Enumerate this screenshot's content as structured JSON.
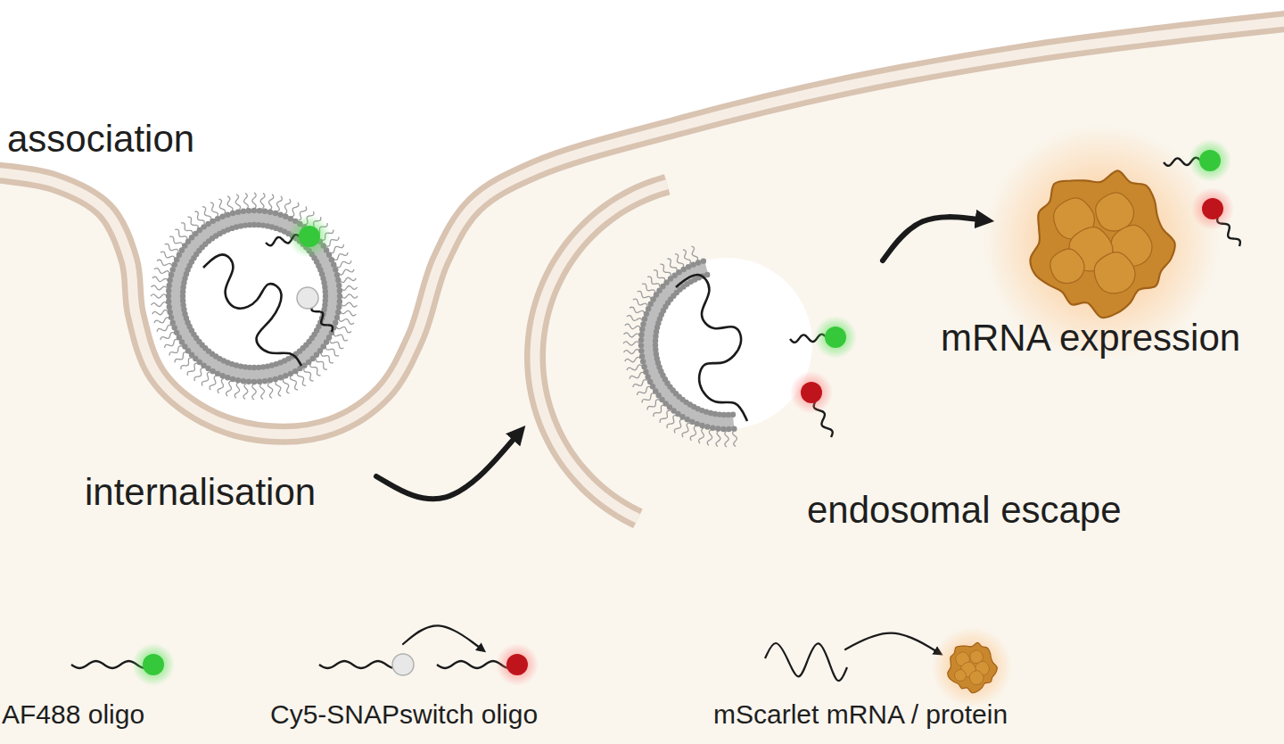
{
  "diagram": {
    "labels": [
      "association",
      "internalisation",
      "endosomal escape",
      "mRNA expression"
    ],
    "legend": [
      {
        "text": "AF488 oligo"
      },
      {
        "text": "Cy5-SNAPswitch oligo"
      },
      {
        "text": "mScarlet mRNA / protein"
      }
    ]
  }
}
